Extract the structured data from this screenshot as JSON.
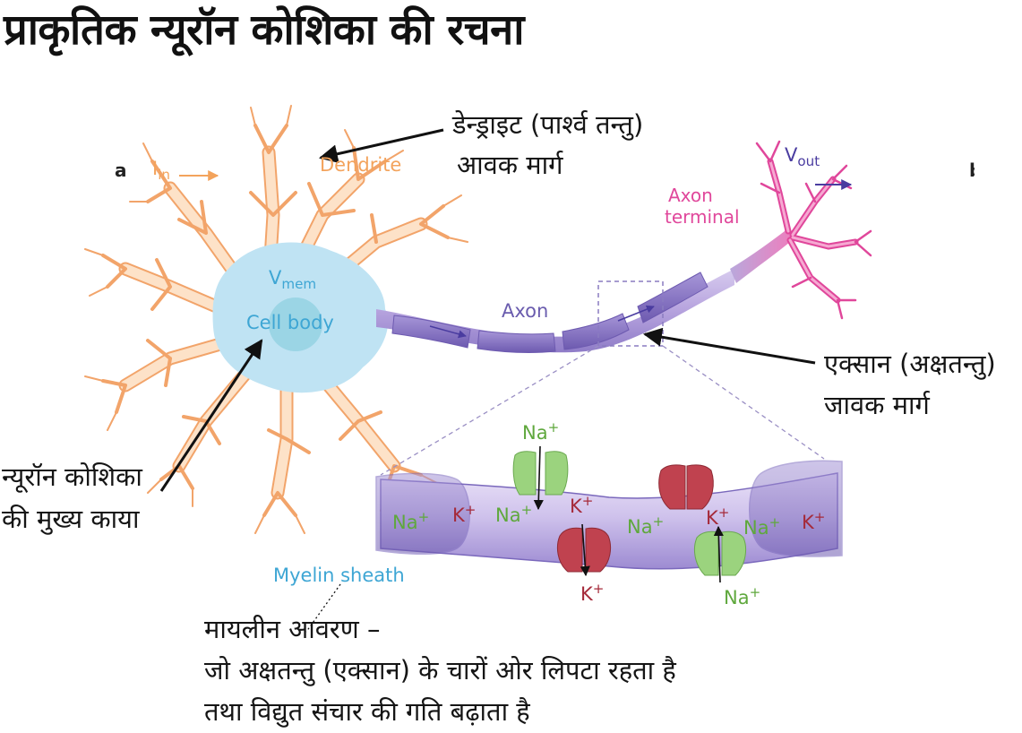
{
  "title": "प्राकृतिक न्यूरॉन कोशिका की रचना",
  "panel_labels": {
    "a": "a",
    "b": "b"
  },
  "diagram_labels": {
    "dendrite": "Dendrite",
    "i_in_main": "I",
    "i_in_sub": "in",
    "v_mem_main": "V",
    "v_mem_sub": "mem",
    "cell_body": "Cell body",
    "axon": "Axon",
    "axon_terminal_line1": "Axon",
    "axon_terminal_line2": "terminal",
    "v_out_main": "V",
    "v_out_sub": "out",
    "myelin_sheath": "Myelin sheath"
  },
  "ions": {
    "na": "Na",
    "k": "K",
    "plus": "+"
  },
  "hindi_annotations": {
    "dendrite_line1": "डेन्ड्राइट (पार्श्व तन्तु)",
    "dendrite_line2": "आवक मार्ग",
    "axon_line1": "एक्सान (अक्षतन्तु)",
    "axon_line2": "जावक मार्ग",
    "cellbody_line1": "न्यूरॉन कोशिका",
    "cellbody_line2": "की मुख्य काया",
    "myelin_line1": "मायलीन आवरण –",
    "myelin_line2": "जो अक्षतन्तु (एक्सान) के चारों ओर लिपटा रहता है",
    "myelin_line3": "तथा विद्युत संचार की गति बढ़ाता है"
  },
  "colors": {
    "dendrite_fill": "#fde2c8",
    "dendrite_stroke": "#f2a46a",
    "soma": "#bfe3f3",
    "nucleus": "#8fd0e0",
    "axon": "#b9a8dc",
    "myelin": "#8a78c8",
    "terminal": "#e0479b",
    "na_channel": "#9bd37e",
    "k_channel": "#c0424f"
  }
}
